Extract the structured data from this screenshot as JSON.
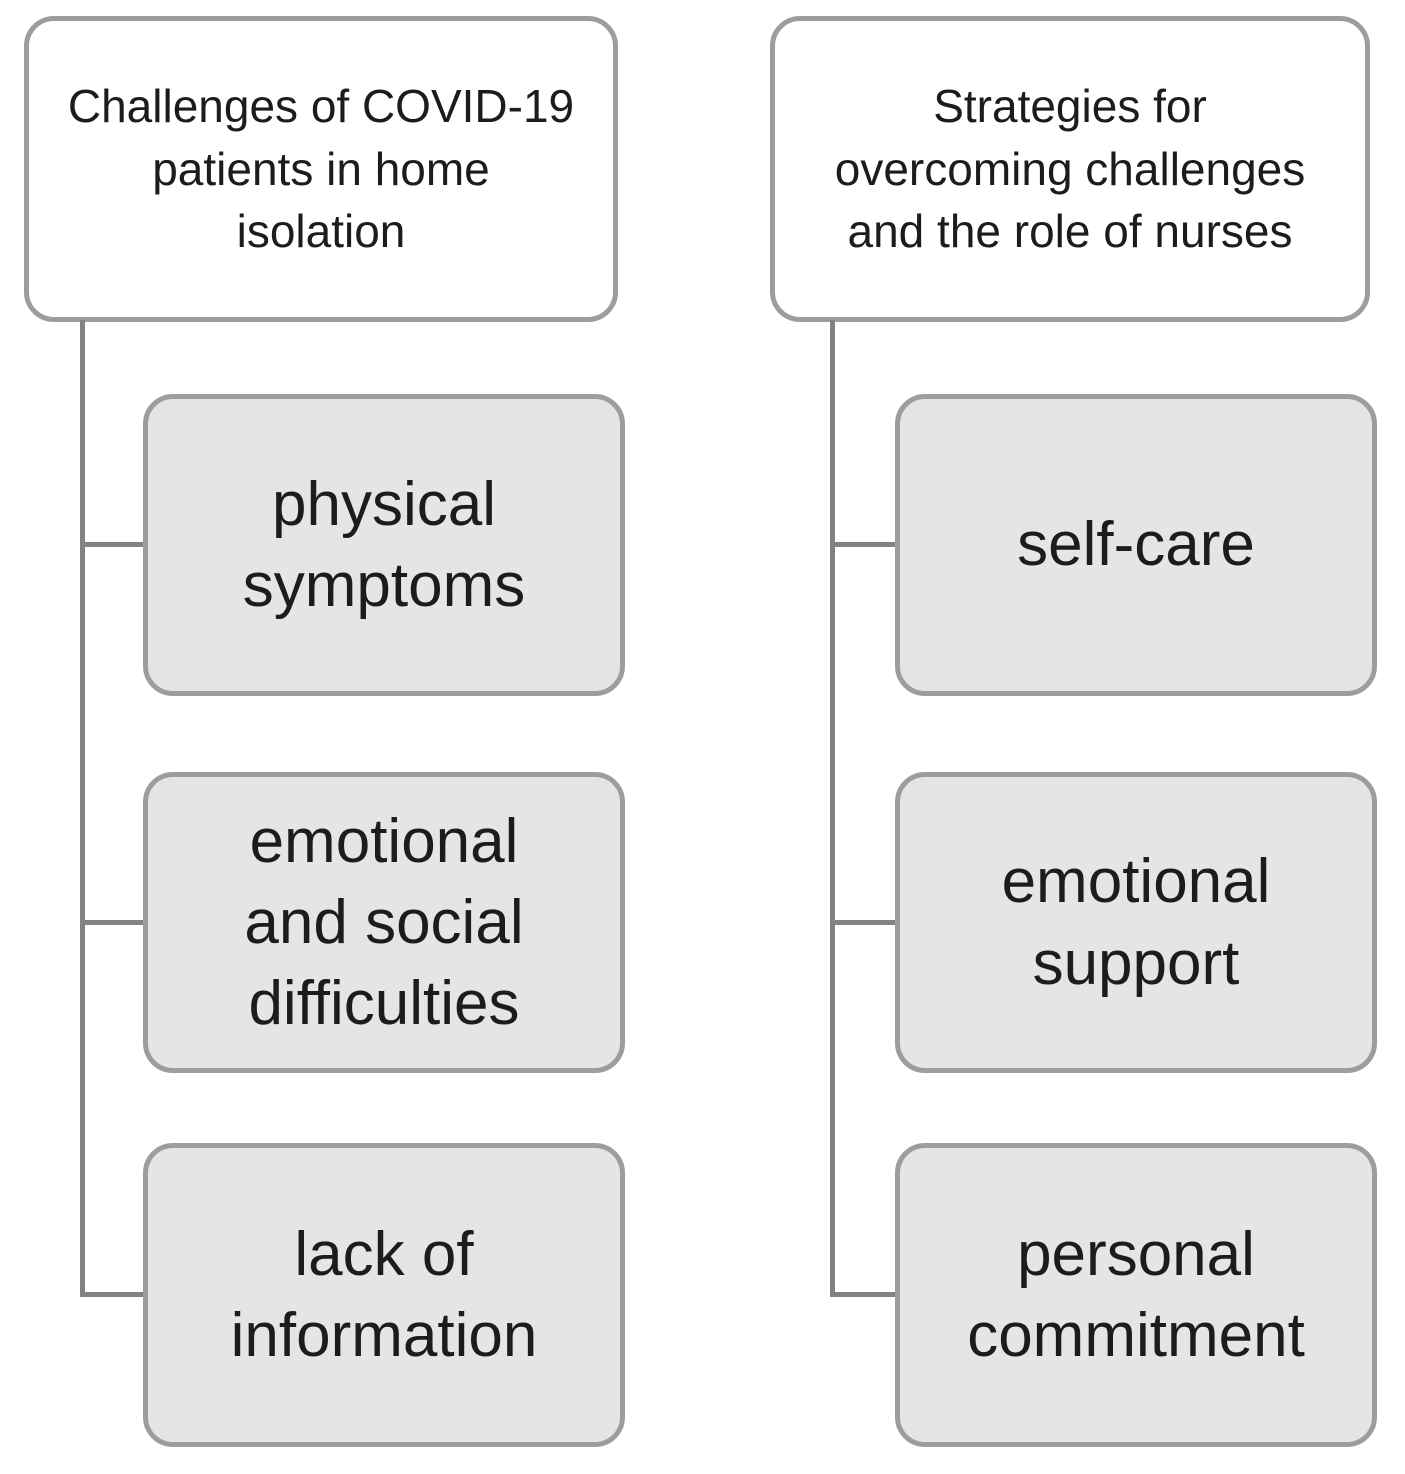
{
  "figure": {
    "background": "#ffffff",
    "text_color": "#1c1c1c",
    "root_fill": "#ffffff",
    "node_fill": "#e5e5e5",
    "border_color": "#9d9d9d",
    "connector_color": "#828282"
  },
  "columns": [
    {
      "id": "challenges",
      "root": "Challenges of COVID-19\npatients in home\nisolation",
      "children": [
        "physical\nsymptoms",
        "emotional\nand social\ndifficulties",
        "lack of\ninformation"
      ]
    },
    {
      "id": "strategies",
      "root": "Strategies for\novercoming challenges\nand the role of nurses",
      "children": [
        "self-care",
        "emotional\nsupport",
        "personal\ncommitment"
      ]
    }
  ]
}
